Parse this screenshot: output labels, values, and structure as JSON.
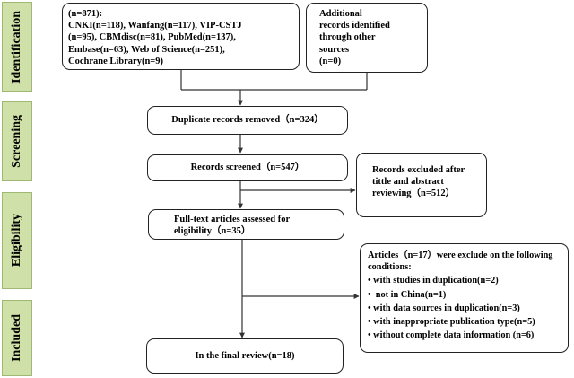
{
  "stages": {
    "identification": "Identification",
    "screening": "Screening",
    "eligibility": "Eligibility",
    "included": "Included"
  },
  "boxes": {
    "databases": "(n=871):\nCNKI(n=118), Wanfang(n=117), VIP-CSTJ\n(n=95), CBMdisc(n=81), PubMed(n=137),\nEmbase(n=63), Web of Science(n=251),\nCochrane Library(n=9)",
    "other_sources": "Additional\nrecords identified\nthrough other\nsources\n(n=0)",
    "duplicates": "Duplicate records removed（n=324）",
    "screened": "Records screened（n=547）",
    "excluded_title": "Records excluded after\ntittle and abstract\nreviewing（n=512）",
    "fulltext": "Full-text articles assessed for\neligibility（n=35）",
    "articles_excluded": {
      "heading": "Articles（n=17）were exclude on the following\nconditions:",
      "conditions": [
        "• with studies in duplication(n=2)",
        "•  not in China(n=1)",
        "• with data sources in duplication(n=3)",
        "• with inappropriate publication type(n=5)",
        "• without complete data information (n=6)"
      ]
    },
    "final": "In the final review(n=18)"
  },
  "colors": {
    "stage_fill": "#cfe0a8",
    "stage_border": "#9fb873",
    "line": "#333333"
  }
}
